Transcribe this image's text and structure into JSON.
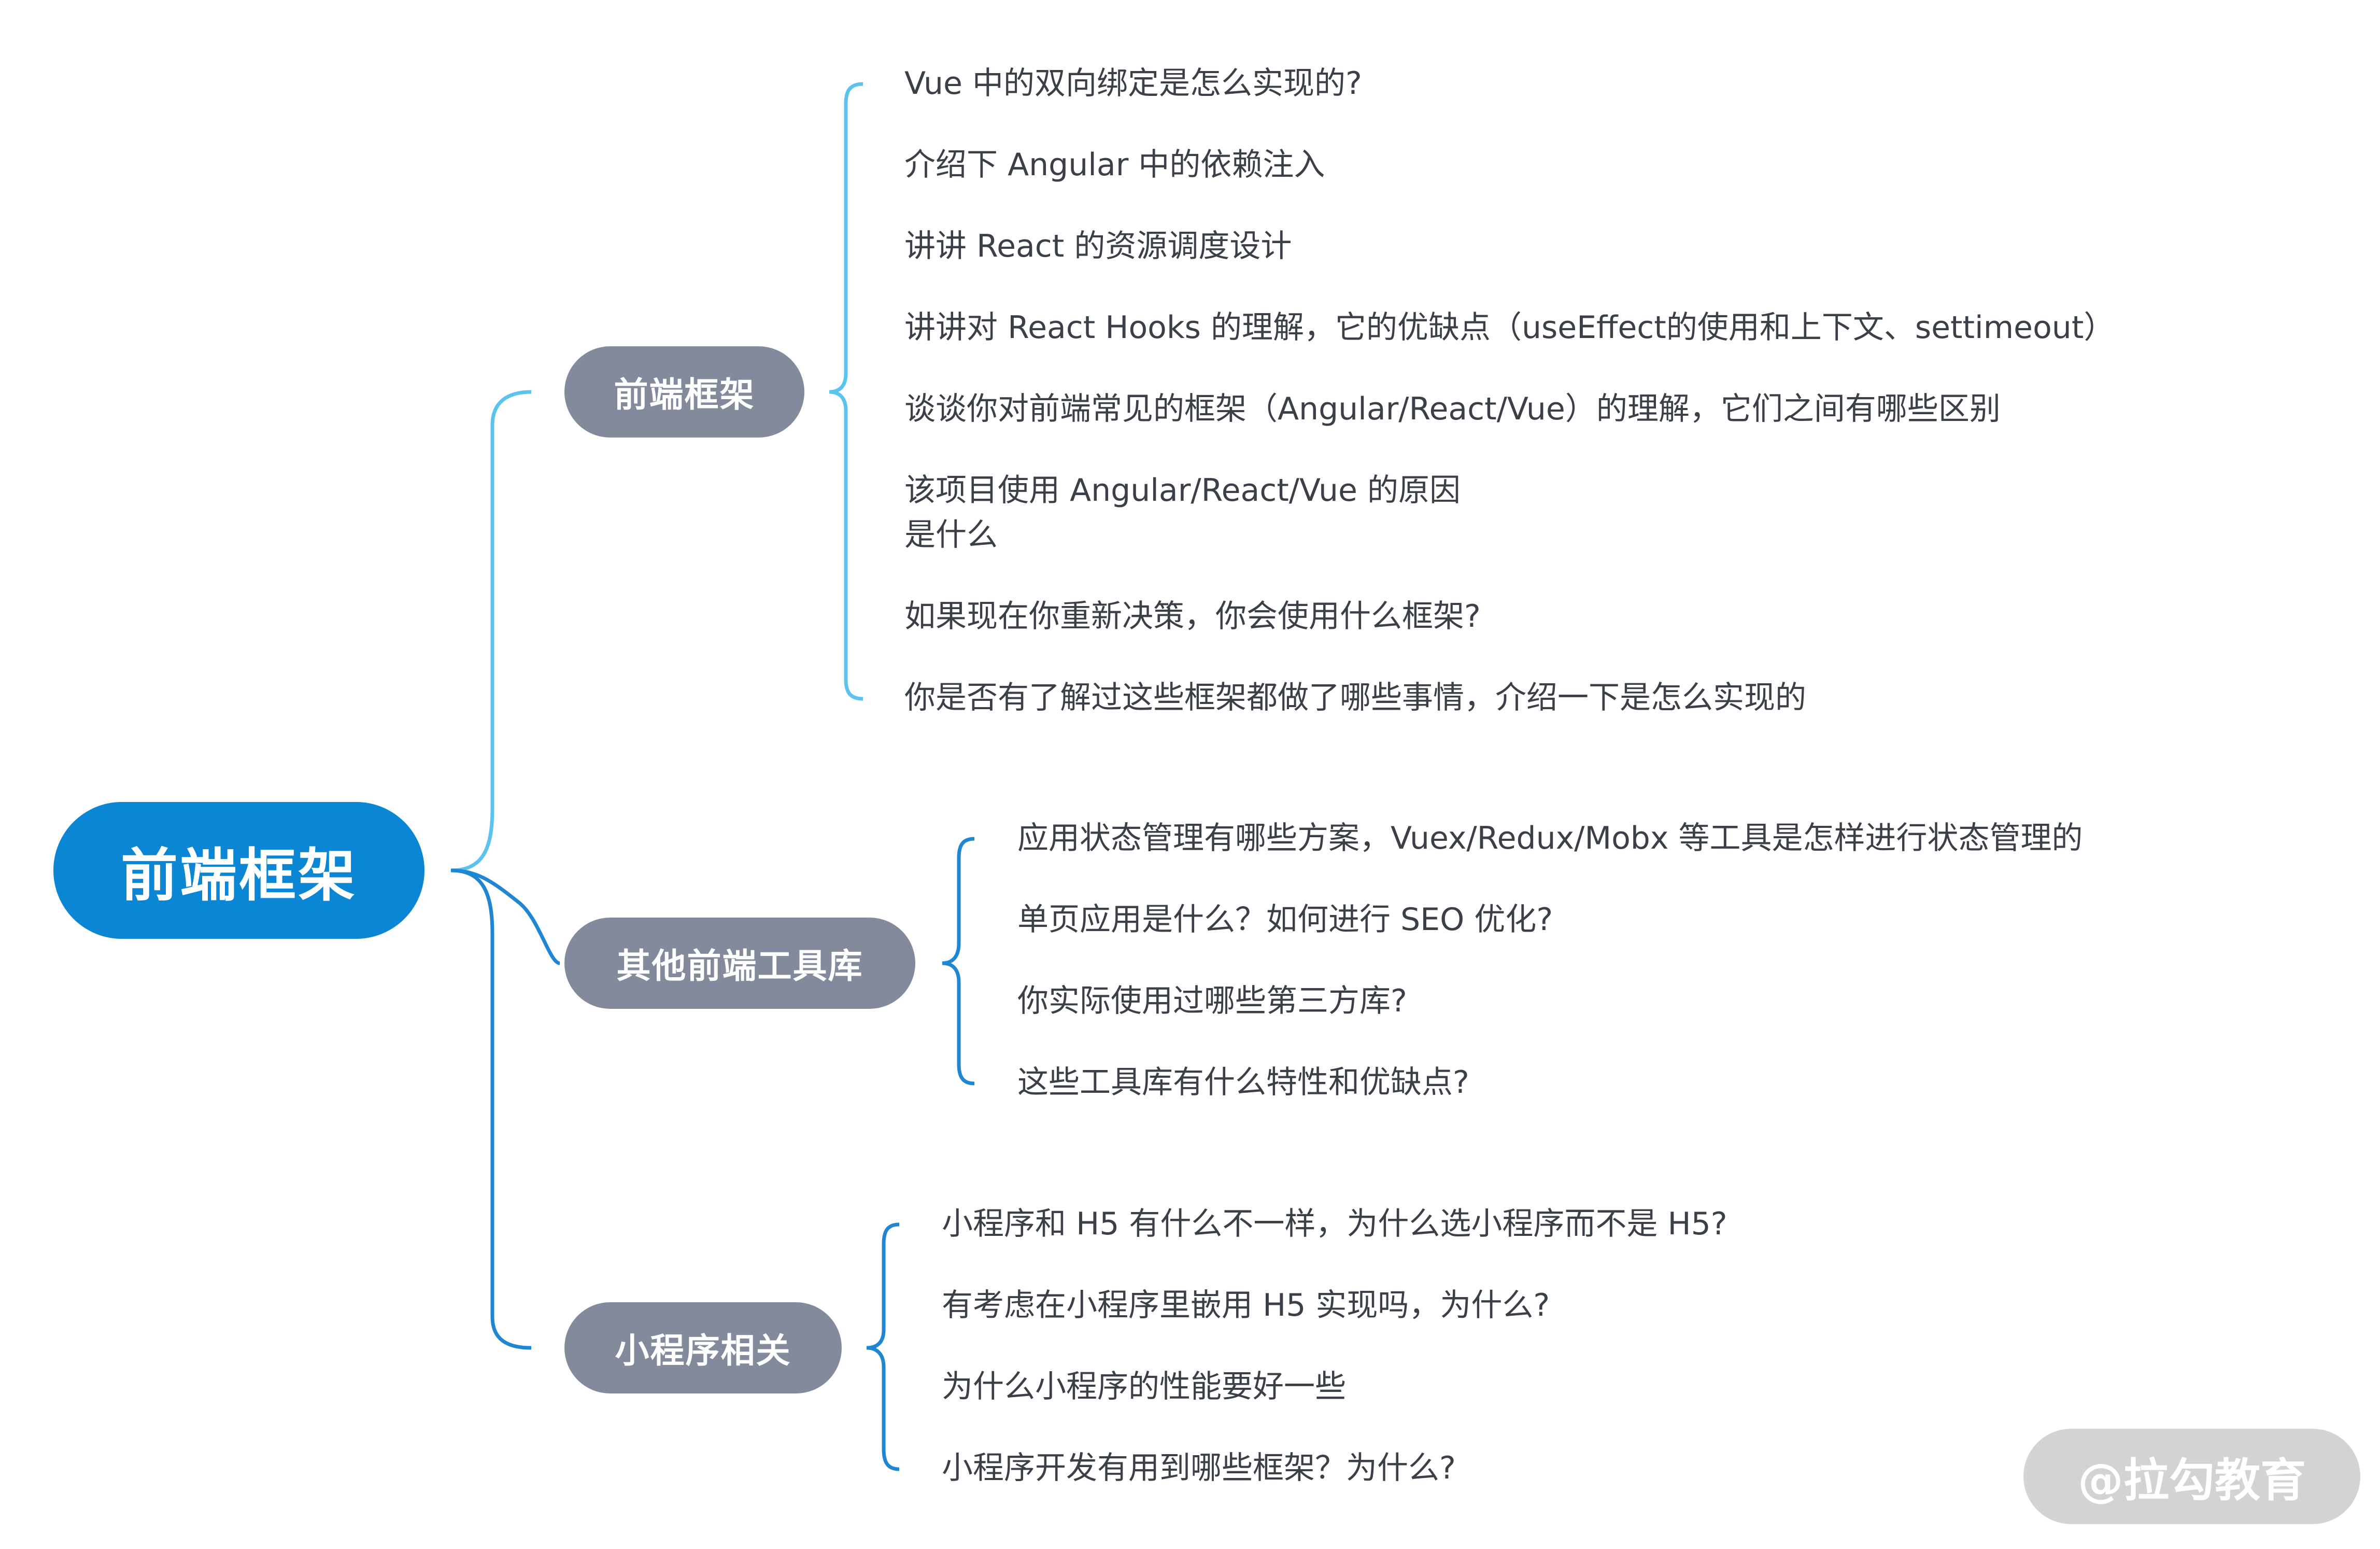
{
  "mindmap": {
    "root": {
      "label": "前端框架"
    },
    "branches": [
      {
        "label": "前端框架",
        "color": "#5bc4ee",
        "leaves": [
          "Vue 中的双向绑定是怎么实现的?",
          "介绍下 Angular 中的依赖注入",
          "讲讲 React 的资源调度设计",
          "讲讲对 React Hooks 的理解，它的优缺点（useEffect的使用和上下文、settimeout）",
          "谈谈你对前端常见的框架（Angular/React/Vue）的理解，它们之间有哪些区别",
          "该项目使用 Angular/React/Vue 的原因\n是什么",
          "如果现在你重新决策，你会使用什么框架?",
          "你是否有了解过这些框架都做了哪些事情，介绍一下是怎么实现的"
        ]
      },
      {
        "label": "其他前端工具库",
        "color": "#1f86d4",
        "leaves": [
          "应用状态管理有哪些方案，Vuex/Redux/Mobx 等工具是怎样进行状态管理的",
          "单页应用是什么？如何进行 SEO 优化?",
          "你实际使用过哪些第三方库?",
          "这些工具库有什么特性和优缺点?"
        ]
      },
      {
        "label": "小程序相关",
        "color": "#1f86d4",
        "leaves": [
          "小程序和 H5 有什么不一样，为什么选小程序而不是 H5?",
          "有考虑在小程序里嵌用 H5 实现吗，为什么?",
          "为什么小程序的性能要好一些",
          "小程序开发有用到哪些框架？为什么?"
        ]
      }
    ]
  },
  "watermark": {
    "text": "@拉勾教育"
  }
}
